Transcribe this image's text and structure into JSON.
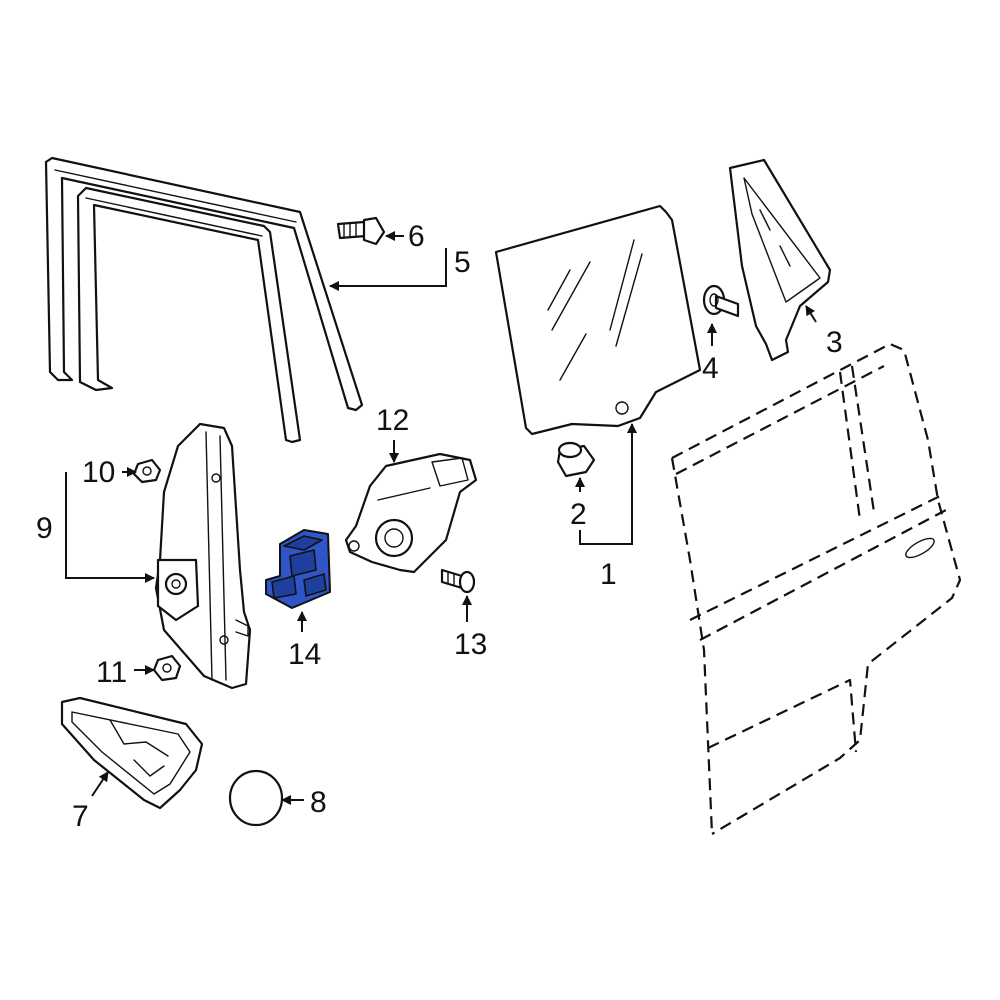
{
  "callouts": [
    {
      "id": "1",
      "text": "1"
    },
    {
      "id": "2",
      "text": "2"
    },
    {
      "id": "3",
      "text": "3"
    },
    {
      "id": "4",
      "text": "4"
    },
    {
      "id": "5",
      "text": "5"
    },
    {
      "id": "6",
      "text": "6"
    },
    {
      "id": "7",
      "text": "7"
    },
    {
      "id": "8",
      "text": "8"
    },
    {
      "id": "9",
      "text": "9"
    },
    {
      "id": "10",
      "text": "10"
    },
    {
      "id": "11",
      "text": "11"
    },
    {
      "id": "12",
      "text": "12"
    },
    {
      "id": "13",
      "text": "13"
    },
    {
      "id": "14",
      "text": "14"
    }
  ],
  "highlight_color": "#2f55c7",
  "highlighted_part": "14"
}
